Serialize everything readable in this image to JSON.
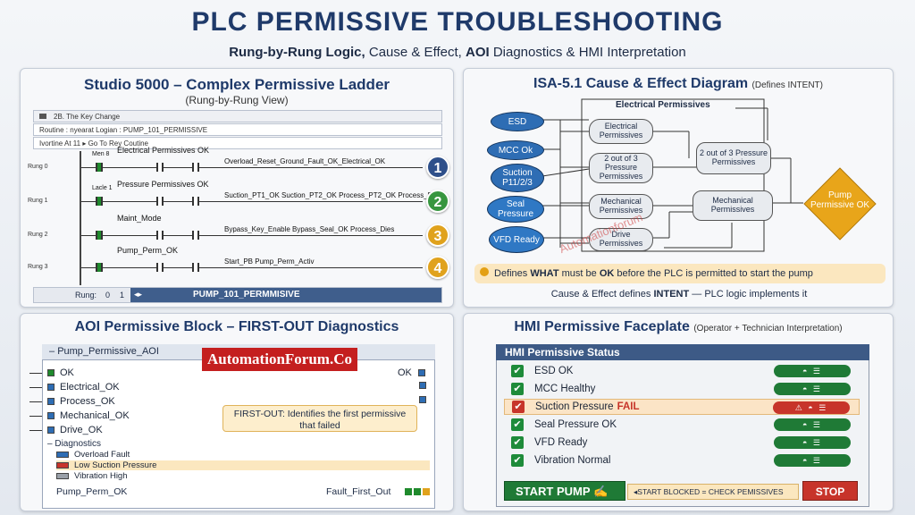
{
  "header": {
    "title": "PLC PERMISSIVE TROUBLESHOOTING",
    "subtitle_a": "Rung-by-Rung Logic,",
    "subtitle_b": "Cause & Effect,",
    "subtitle_c": "AOI",
    "subtitle_d": "Diagnostics & HMI Interpretation"
  },
  "ladder": {
    "title": "Studio 5000 – Complex Permissive Ladder",
    "subtitle": "(Rung-by-Rung View)",
    "bar1": "2B. The Key Change",
    "bar2": "Routine : nyearat Logian : PUMP_101_PERMISSIVE",
    "bar3": "Ivortine At 11 ▸ Go To Rey Coutine",
    "rungs": [
      {
        "num": "Rung 0",
        "label": "Electrical Permissives OK",
        "tag": "Men 8",
        "chain": "Overload_Reset_Ground_Fault_OK_Electrical_OK",
        "badge": "1"
      },
      {
        "num": "Rung 1",
        "label": "Pressure Permissives OK",
        "tag": "Lacle 1",
        "chain": "Suction_PT1_OK  Suction_PT2_OK  Process_PT2_OK    Process_Pro",
        "badge": "2"
      },
      {
        "num": "Rung 2",
        "label": "Maint_Mode",
        "tag": "",
        "chain": "Bypass_Key_Enable   Bypass_Seal_OK     Process_Dies",
        "badge": "3"
      },
      {
        "num": "Rung 3",
        "label": "Pump_Perm_OK",
        "tag": "",
        "chain": "Start_PB                     Pump_Perm_Activ",
        "badge": "4"
      }
    ],
    "rung_label": "Rung:",
    "rung_val": "0",
    "rung_val2": "1",
    "footer": "PUMP_101_PERMMISIVE"
  },
  "ce": {
    "title": "ISA-5.1 Cause & Effect Diagram",
    "title_note": "(Defines INTENT)",
    "group_label": "Electrical Permissives",
    "inputs": [
      "ESD",
      "MCC Ok",
      "Suction P11/2/3",
      "Seal Pressure",
      "VFD Ready"
    ],
    "mid": [
      "Electrical Permissives",
      "2 out of 3 Pressure Permissives",
      "Mechanical Permissives",
      "Drive Permissives"
    ],
    "right": [
      "2 out of 3 Pressure Permissives",
      "Mechanical Permissives"
    ],
    "output": "Pump Permissive OK",
    "note_a": "Defines",
    "note_b": "WHAT",
    "note_c": "must be",
    "note_d": "OK",
    "note_e": "before the PLC is permitted to start the pump",
    "foot_a": "Cause & Effect defines",
    "foot_b": "INTENT",
    "foot_c": "— PLC logic implements it",
    "watermark": "Automationforum"
  },
  "aoi": {
    "title": "AOI Permissive Block – FIRST-OUT Diagnostics",
    "block_name": "Pump_Permissive_AOI",
    "brand": "AutomationForum.Co",
    "inputs": [
      "OK",
      "Electrical_OK",
      "Process_OK",
      "Mechanical_OK",
      "Drive_OK"
    ],
    "out_ok": "OK",
    "diag_label": "Diagnostics",
    "diags": [
      "Overload Fault",
      "Low Suction Pressure",
      "Vibration High"
    ],
    "callout": "FIRST-OUT:  Identifies the first permissive that failed",
    "bottom_left": "Pump_Perm_OK",
    "bottom_right": "Fault_First_Out"
  },
  "hmi": {
    "title": "HMI Permissive Faceplate",
    "title_note": "(Operator + Technician Interpretation)",
    "header": "HMI Permissive Status",
    "rows": [
      {
        "label": "ESD OK",
        "status": "ok"
      },
      {
        "label": "MCC Healthy",
        "status": "ok"
      },
      {
        "label": "Suction Pressure",
        "fail": "FAIL",
        "status": "fail"
      },
      {
        "label": "Seal Pressure OK",
        "status": "ok"
      },
      {
        "label": "VFD Ready",
        "status": "ok"
      },
      {
        "label": "Vibration Normal",
        "status": "ok"
      }
    ],
    "start": "START PUMP",
    "blocked": "START BLOCKED = CHECK PEMISSIVES",
    "stop": "STOP"
  },
  "colors": {
    "navy": "#1f3a6a",
    "ok": "#1f7a36",
    "fail": "#c7342a",
    "amber": "#e0a21d",
    "blue_oval": "#2e6db4"
  }
}
